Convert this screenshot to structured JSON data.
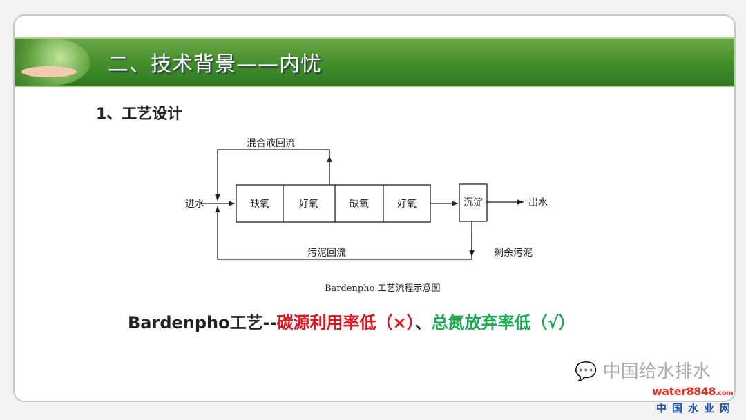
{
  "header": {
    "title": "二、技术背景——内忧"
  },
  "subtitle": "1、工艺设计",
  "diagram": {
    "cells": [
      "缺氧",
      "好氧",
      "缺氧",
      "好氧"
    ],
    "settler": "沉淀",
    "inflow": "进水",
    "outflow": "出水",
    "mixed_return": "混合液回流",
    "sludge_return": "污泥回流",
    "excess_sludge": "剩余污泥",
    "caption": "Bardenpho 工艺流程示意图"
  },
  "conclusion": {
    "part1": "Bardenpho工艺--",
    "part2": "碳源利用率低（×）",
    "part3": "、",
    "part4": "总氮放弃率低（√）",
    "colors": {
      "dark": "#222222",
      "red": "#e0141e",
      "green": "#1aa84e"
    }
  },
  "watermark": {
    "text": "中国给水排水",
    "logo": "water8848",
    "logo_sub": "中国水业网",
    "com": ".com"
  }
}
